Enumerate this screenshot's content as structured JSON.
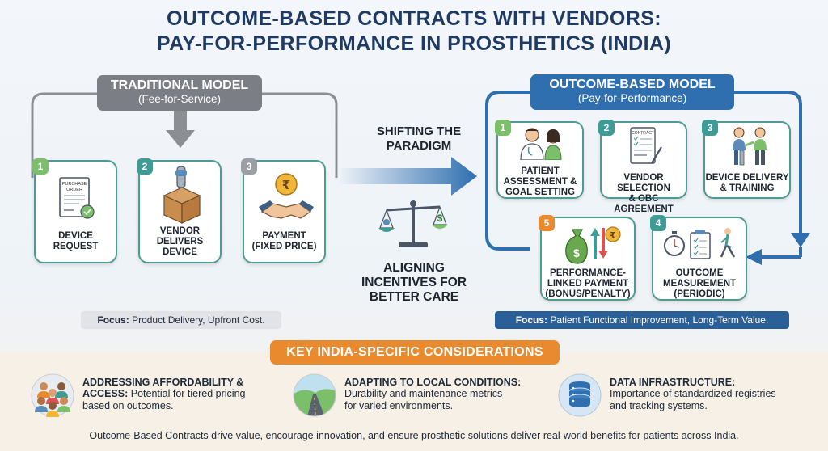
{
  "title": {
    "line1": "OUTCOME-BASED CONTRACTS WITH VENDORS:",
    "line2": "PAY-FOR-PERFORMANCE IN PROSTHETICS (INDIA)"
  },
  "traditional": {
    "heading": "TRADITIONAL MODEL",
    "subheading": "(Fee-for-Service)",
    "steps": [
      {
        "num": "1",
        "label": "DEVICE\nREQUEST",
        "doc_text": "PURCHASE\nORDER"
      },
      {
        "num": "2",
        "label": "VENDOR\nDELIVERS\nDEVICE"
      },
      {
        "num": "3",
        "label": "PAYMENT\n(FIXED PRICE)",
        "currency": "₹"
      }
    ],
    "focus_label": "Focus:",
    "focus_text": "Product Delivery, Upfront Cost."
  },
  "center": {
    "shift_text": "SHIFTING THE\nPARADIGM",
    "aligning_text": "ALIGNING\nINCENTIVES FOR\nBETTER CARE",
    "scale_symbol": "$"
  },
  "outcome": {
    "heading": "OUTCOME-BASED MODEL",
    "subheading": "(Pay-for-Performance)",
    "steps": [
      {
        "num": "1",
        "label": "PATIENT\nASSESSMENT &\nGOAL SETTING"
      },
      {
        "num": "2",
        "label": "VENDOR SELECTION\n& OBC AGREEMENT",
        "doc_text": "CONTRACT"
      },
      {
        "num": "3",
        "label": "DEVICE DELIVERY\n& TRAINING"
      },
      {
        "num": "4",
        "label": "OUTCOME\nMEASUREMENT\n(PERIODIC)"
      },
      {
        "num": "5",
        "label": "PERFORMANCE-\nLINKED PAYMENT\n(BONUS/PENALTY)",
        "bag_symbol": "$",
        "currency": "₹"
      }
    ],
    "focus_label": "Focus:",
    "focus_text": "Patient Functional Improvement, Long-Term Value."
  },
  "considerations": {
    "heading": "KEY INDIA-SPECIFIC CONSIDERATIONS",
    "items": [
      {
        "title": "ADDRESSING AFFORDABILITY &",
        "title2": "ACCESS:",
        "body": "Potential for tiered pricing",
        "body2": "based on outcomes.",
        "icon": "people-group-icon"
      },
      {
        "title": "ADAPTING TO LOCAL CONDITIONS:",
        "body": "Durability and maintenance metrics",
        "body2": "for varied environments.",
        "icon": "road-icon"
      },
      {
        "title": "DATA INFRASTRUCTURE:",
        "body": "Importance of standardized registries",
        "body2": "and tracking systems.",
        "icon": "database-icon"
      }
    ]
  },
  "footer": "Outcome-Based Contracts drive value, encourage innovation, and ensure prosthetic solutions deliver real-world benefits for patients across India.",
  "colors": {
    "navy": "#1f3b63",
    "teal": "#4d9c94",
    "blue": "#2f6fb0",
    "orange": "#e98a2e",
    "gray": "#7b7e84"
  }
}
